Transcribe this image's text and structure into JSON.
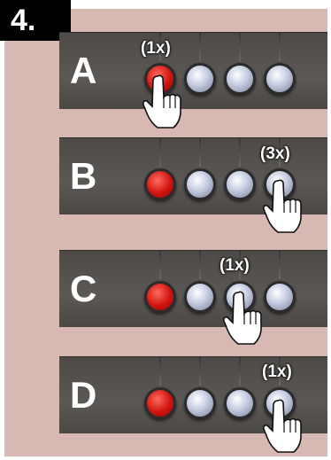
{
  "step": {
    "label": "4."
  },
  "rows": [
    {
      "letter": "A",
      "count": "(1x)",
      "pressed_button": 1
    },
    {
      "letter": "B",
      "count": "(3x)",
      "pressed_button": 4
    },
    {
      "letter": "C",
      "count": "(1x)",
      "pressed_button": 3
    },
    {
      "letter": "D",
      "count": "(1x)",
      "pressed_button": 4
    }
  ],
  "buttons": [
    {
      "color_name": "red",
      "color": "#d0140f"
    },
    {
      "color_name": "blue-grey",
      "color": "#c4cbe0"
    },
    {
      "color_name": "blue-grey",
      "color": "#c4cbe0"
    },
    {
      "color_name": "blue-grey",
      "color": "#c4cbe0"
    }
  ],
  "icons": {
    "pointer": "pointing-hand-icon"
  }
}
